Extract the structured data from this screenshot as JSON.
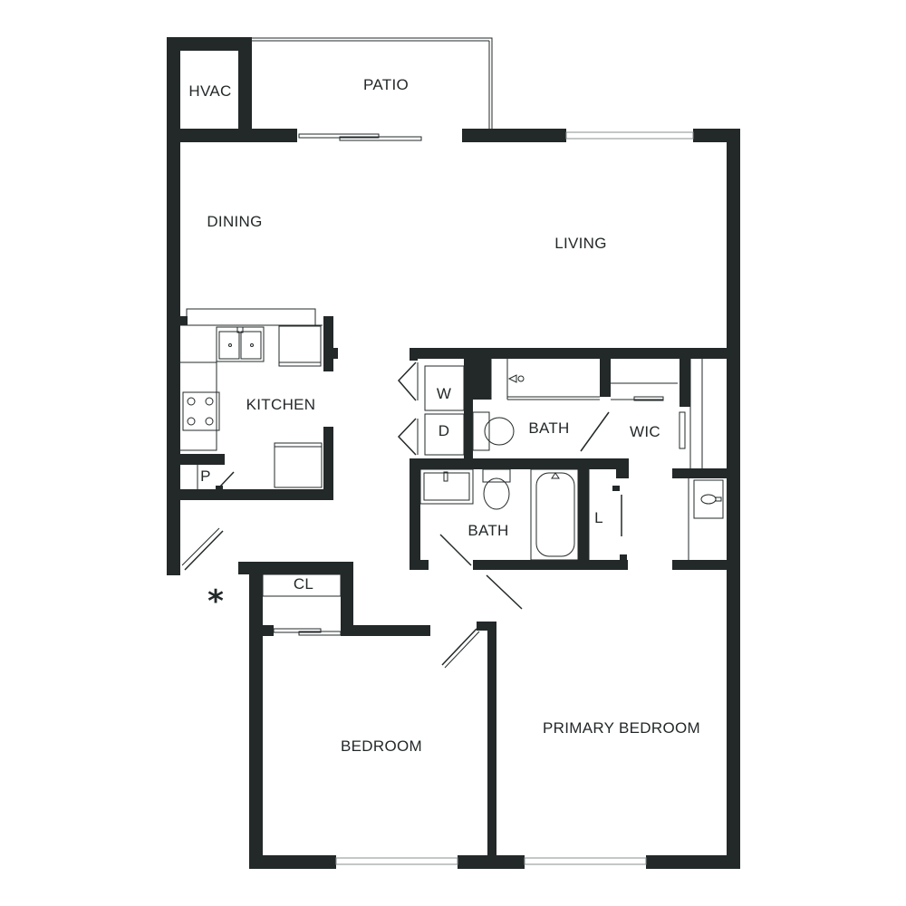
{
  "rooms": {
    "hvac": "HVAC",
    "patio": "PATIO",
    "dining": "DINING",
    "living": "LIVING",
    "kitchen": "KITCHEN",
    "pantry": "P",
    "washer": "W",
    "dryer": "D",
    "bath1": "BATH",
    "wic": "WIC",
    "bath2": "BATH",
    "linen": "L",
    "closet": "CL",
    "bedroom": "BEDROOM",
    "primary_bedroom": "PRIMARY BEDROOM"
  },
  "entry_marker": "*",
  "colors": {
    "wall": "#232829",
    "background": "#ffffff"
  }
}
